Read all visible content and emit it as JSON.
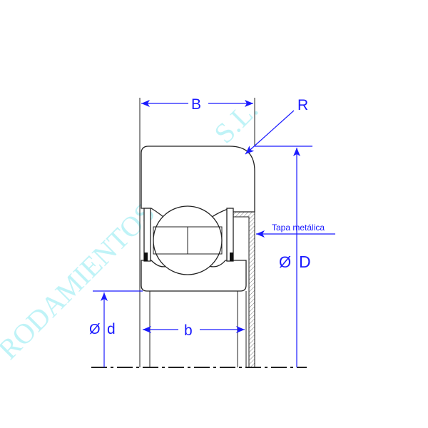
{
  "labels": {
    "B": "B",
    "R": "R",
    "D": "D",
    "d": "d",
    "b": "b",
    "diameter_symbol": "Ø",
    "tapa": "Tapa metálica"
  },
  "watermark": "RODAMIENTOS C.E.R., S.L.",
  "colors": {
    "dimension": "#1a1aff",
    "watermark": "#bff3f7",
    "outline": "#222222"
  }
}
